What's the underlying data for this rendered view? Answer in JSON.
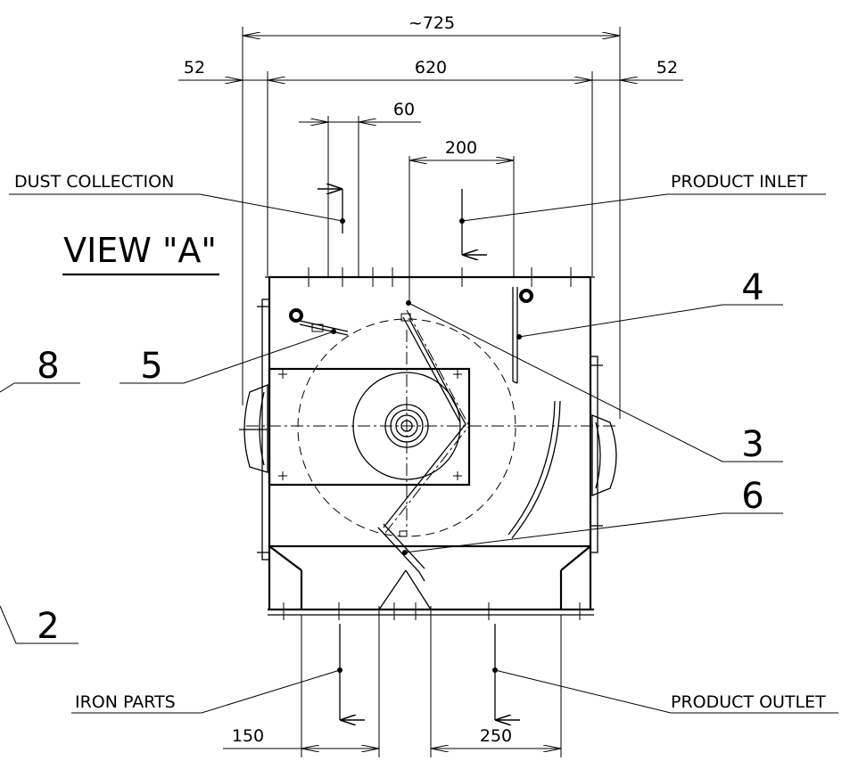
{
  "view_title": "VIEW \"A\"",
  "dimensions": {
    "overall": "~725",
    "left_margin": "52",
    "right_margin": "52",
    "body_width": "620",
    "dust_width": "60",
    "inlet_width": "200",
    "iron_width": "150",
    "outlet_width": "250"
  },
  "labels": {
    "dust_collection": "DUST COLLECTION",
    "product_inlet": "PRODUCT INLET",
    "iron_parts": "IRON PARTS",
    "product_outlet": "PRODUCT OUTLET"
  },
  "part_numbers": {
    "p2": "2",
    "p3": "3",
    "p4": "4",
    "p5": "5",
    "p6": "6",
    "p8": "8"
  }
}
